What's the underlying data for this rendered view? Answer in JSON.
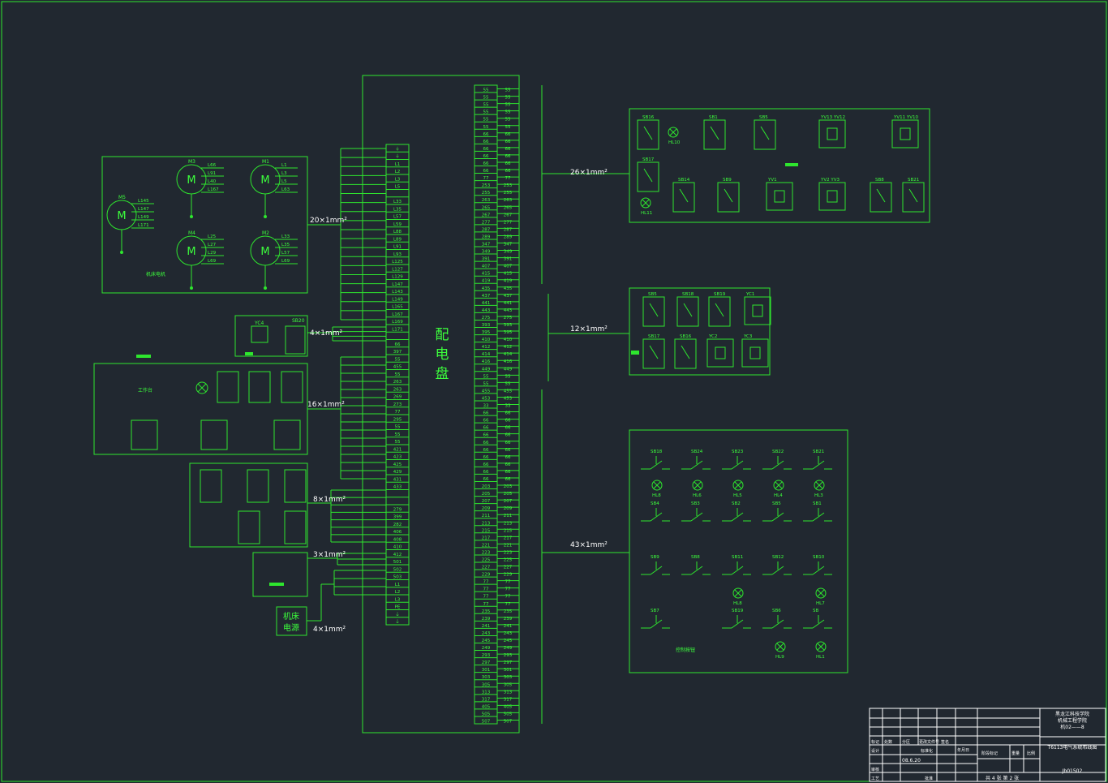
{
  "panel": {
    "title_chars": [
      "配",
      "电",
      "盘"
    ]
  },
  "cables": {
    "c20": "20×1mm²",
    "c4a": "4×1mm²",
    "c16": "16×1mm²",
    "c8": "8×1mm²",
    "c3": "3×1mm²",
    "c4b": "4×1mm²",
    "c26": "26×1mm²",
    "c12": "12×1mm²",
    "c43": "43×1mm²"
  },
  "power_box": [
    "机床",
    "电源"
  ],
  "left_terminals": [
    "⏚",
    "⏚",
    "L1",
    "L2",
    "L3",
    "L5",
    "",
    "L33",
    "L35",
    "L57",
    "L59",
    "L88",
    "L89",
    "L91",
    "L93",
    "L125",
    "L127",
    "L129",
    "L147",
    "L143",
    "L149",
    "L165",
    "L167",
    "L169",
    "L171",
    "",
    "66",
    "397",
    "55",
    "455",
    "55",
    "263",
    "263",
    "269",
    "273",
    "77",
    "295",
    "55",
    "55",
    "55",
    "421",
    "423",
    "425",
    "429",
    "431",
    "433",
    "",
    "",
    "279",
    "399",
    "282",
    "406",
    "408",
    "410",
    "412",
    "501",
    "502",
    "503",
    "L1",
    "L2",
    "L3",
    "PE",
    "⏚",
    "⏚"
  ],
  "right_terminals": [
    "55",
    "55",
    "55",
    "55",
    "55",
    "55",
    "66",
    "66",
    "66",
    "66",
    "66",
    "66",
    "77",
    "253",
    "255",
    "263",
    "265",
    "267",
    "277",
    "287",
    "289",
    "347",
    "349",
    "391",
    "407",
    "415",
    "419",
    "435",
    "437",
    "441",
    "443",
    "275",
    "393",
    "395",
    "410",
    "412",
    "414",
    "416",
    "449",
    "55",
    "55",
    "455",
    "453",
    "33",
    "66",
    "66",
    "66",
    "66",
    "66",
    "66",
    "66",
    "66",
    "66",
    "66",
    "203",
    "205",
    "207",
    "209",
    "211",
    "213",
    "215",
    "217",
    "221",
    "223",
    "225",
    "227",
    "229",
    "77",
    "77",
    "77",
    "77",
    "235",
    "239",
    "241",
    "243",
    "245",
    "249",
    "293",
    "297",
    "301",
    "303",
    "305",
    "313",
    "317",
    "405",
    "505",
    "507"
  ],
  "motors": [
    {
      "name": "M3",
      "wires": [
        "L66",
        "L91",
        "L40",
        "L167"
      ]
    },
    {
      "name": "M1",
      "wires": [
        "L1",
        "L3",
        "L5",
        "L63"
      ]
    },
    {
      "name": "M5",
      "wires": [
        "L145",
        "L147",
        "L149",
        "L171"
      ]
    },
    {
      "name": "M4",
      "wires": [
        "L25",
        "L27",
        "L29",
        "L69"
      ]
    },
    {
      "name": "M2",
      "wires": [
        "L33",
        "L35",
        "L57",
        "L69"
      ]
    }
  ],
  "motor_label": "机床电机",
  "worktable_label": "工作台",
  "right_top": {
    "row1": [
      "SB16",
      "HL10",
      "SB1",
      "SB5",
      "YV13 YV12",
      "YV11 YV10"
    ],
    "row2": [
      "SB17",
      "HL11",
      "SB14",
      "SB9",
      "YV1",
      "YV2 YV3",
      "SB8",
      "SB21"
    ]
  },
  "right_mid": [
    "SB5",
    "SB18",
    "SB19",
    "YC1",
    "SB17",
    "SB16",
    "YC2",
    "YC3"
  ],
  "right_bottom": {
    "switches_r1": [
      "SB18",
      "SB24",
      "SB23",
      "SB22",
      "SB21"
    ],
    "lamps_r1": [
      "HL8",
      "HL6",
      "HL5",
      "HL4",
      "HL3"
    ],
    "switches_r2": [
      "SB4",
      "SB3",
      "SB2",
      "SB5",
      "SB1"
    ],
    "switches_r3": [
      "SB9",
      "SB8",
      "SB11",
      "SB12",
      "SB10"
    ],
    "lamps_r3": [
      "HL8",
      "HL7"
    ],
    "switches_r4": [
      "SB7",
      "SB19",
      "SB6",
      "SB"
    ],
    "lamps_r4": [
      "HL9",
      "HL1"
    ],
    "label": "控制按钮"
  },
  "title_block": {
    "school": [
      "黑龙江科技学院",
      "机械工程学院",
      "机02——8"
    ],
    "drawing_title": "T6113电气系统布线图",
    "drawing_no": "Jb01502",
    "date": "08.6.20",
    "headers": [
      "标记",
      "处数",
      "分区",
      "更改文件号",
      "签名",
      "年月日"
    ],
    "rows": [
      "设计",
      "审核",
      "工艺",
      "标准化",
      "批准",
      "阶段标记",
      "重量",
      "比例"
    ],
    "sheet": "共 4 张  第 2 张"
  },
  "colors": {
    "bg": "#212830",
    "line": "#2ee62e",
    "text": "#3cff3c"
  }
}
